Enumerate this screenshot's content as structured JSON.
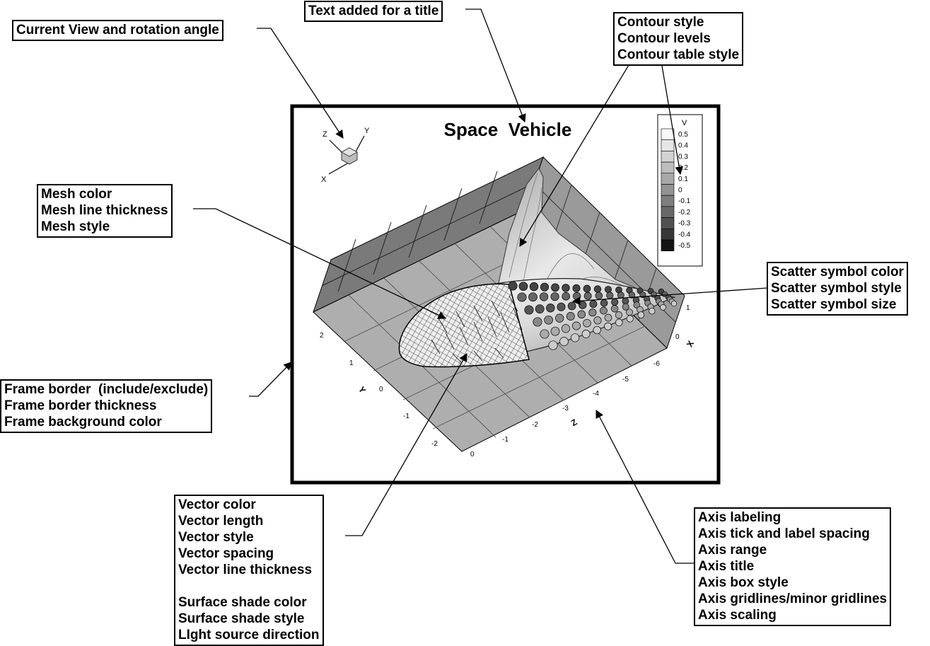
{
  "plot": {
    "title": "Space  Vehicle",
    "axis_titles": {
      "x": "X",
      "y": "Y",
      "z": "Z"
    },
    "y_ticks": [
      "2",
      "1",
      "0",
      "-1",
      "-2"
    ],
    "z_ticks": [
      "0",
      "-1",
      "-2",
      "-3",
      "-4",
      "-5",
      "-6"
    ],
    "x_ticks": [
      "1",
      "0"
    ],
    "orientation_axes": {
      "x": "X",
      "y": "Y",
      "z": "Z"
    },
    "legend": {
      "variable": "V",
      "levels": [
        "0.5",
        "0.4",
        "0.3",
        "0.2",
        "0.1",
        "0",
        "-0.1",
        "-0.2",
        "-0.3",
        "-0.4",
        "-0.5"
      ],
      "colors": [
        "#f8f8f8",
        "#e6e6e6",
        "#d2d2d2",
        "#bdbdbd",
        "#a8a8a8",
        "#939393",
        "#7e7e7e",
        "#686868",
        "#505050",
        "#383838",
        "#141414"
      ]
    }
  },
  "callouts": {
    "title_text": [
      "Text added for a title"
    ],
    "current_view": [
      "Current View and rotation angle"
    ],
    "contour": [
      "Contour style",
      "Contour levels",
      "Contour table style"
    ],
    "mesh": [
      "Mesh color",
      "Mesh line thickness",
      "Mesh style"
    ],
    "scatter": [
      "Scatter symbol color",
      "Scatter symbol style",
      "Scatter symbol size"
    ],
    "frame": [
      "Frame border  (include/exclude)",
      "Frame border thickness",
      "Frame background color"
    ],
    "vector": [
      "Vector color",
      "Vector length",
      "Vector style",
      "Vector spacing",
      "Vector line thickness"
    ],
    "surface": [
      "Surface shade color",
      "Surface shade style",
      "LIght source direction"
    ],
    "axis": [
      "Axis labeling",
      "Axis tick and label spacing",
      "Axis range",
      "Axis title",
      "Axis box style",
      "Axis gridlines/minor gridlines",
      "Axis scaling"
    ]
  }
}
